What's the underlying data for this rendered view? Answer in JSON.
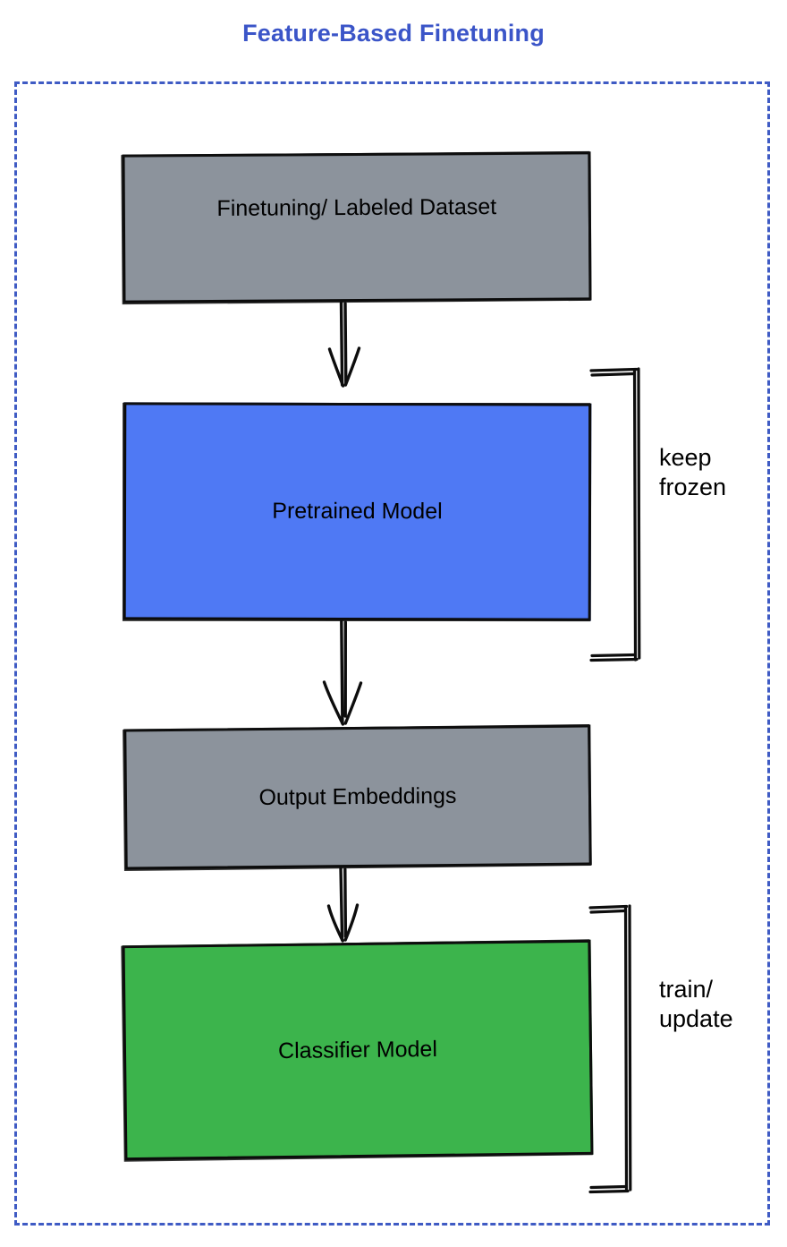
{
  "diagram": {
    "title": "Feature-Based Finetuning",
    "title_color": "#3b55c8",
    "frame_border_color": "#3f5bc4",
    "background": "#ffffff",
    "nodes": [
      {
        "id": "dataset",
        "label": "Finetuning/ Labeled Dataset",
        "fill": "#8c939c",
        "stroke": "#0b0b0b",
        "text_color": "#000000"
      },
      {
        "id": "pretrained",
        "label": "Pretrained Model",
        "fill": "#4f79f4",
        "stroke": "#0b0b0b",
        "text_color": "#000000"
      },
      {
        "id": "embeddings",
        "label": "Output Embeddings",
        "fill": "#8c939c",
        "stroke": "#0b0b0b",
        "text_color": "#000000"
      },
      {
        "id": "classifier",
        "label": "Classifier Model",
        "fill": "#3cb44c",
        "stroke": "#0b0b0b",
        "text_color": "#000000"
      }
    ],
    "edges": [
      {
        "id": "dataset-to-pretrained",
        "from": "dataset",
        "to": "pretrained",
        "style": "arrow-down"
      },
      {
        "id": "pretrained-to-embeddings",
        "from": "pretrained",
        "to": "embeddings",
        "style": "arrow-down"
      },
      {
        "id": "embeddings-to-classifier",
        "from": "embeddings",
        "to": "classifier",
        "style": "arrow-down"
      }
    ],
    "annotations": [
      {
        "id": "keep-frozen",
        "label": "keep\nfrozen",
        "targets": [
          "pretrained"
        ],
        "marker": "bracket-right"
      },
      {
        "id": "train-update",
        "label": "train/\nupdate",
        "targets": [
          "classifier"
        ],
        "marker": "bracket-right"
      }
    ]
  }
}
